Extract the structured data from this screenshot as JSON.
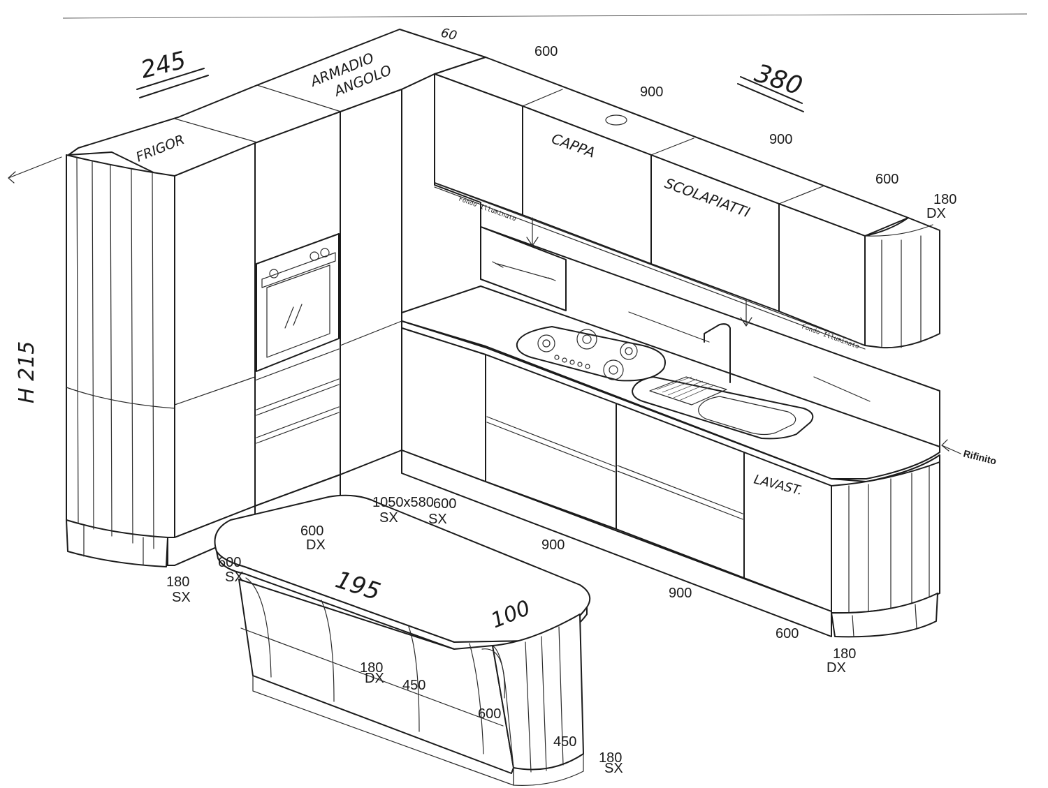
{
  "drawing": {
    "stroke_color": "#1b1b1b",
    "background": "#ffffff"
  },
  "handwritten": {
    "width_left": "245",
    "width_right": "380",
    "height": "H 215",
    "fridge": "FRIGOR",
    "corner_cabinet_line1": "ARMADIO",
    "corner_cabinet_line2": "ANGOLO",
    "hood": "CAPPA",
    "dish_rack": "SCOLAPIATTI",
    "dishwasher": "LAVAST.",
    "island_length": "195",
    "island_width": "100",
    "depth_top": "60"
  },
  "wall_units": {
    "d1": "600",
    "d2": "900",
    "d3": "900",
    "d4": "600",
    "end_size": "180",
    "end_side": "DX",
    "lighting_left": "Fondo Illuminato",
    "lighting_right": "Fondo Illuminato"
  },
  "base_units": {
    "corner_size": "1050x580",
    "corner_side": "SX",
    "corner_600": "600",
    "corner_600_side": "SX",
    "d1": "900",
    "d2": "900",
    "d3": "600",
    "end_size": "180",
    "end_side": "DX",
    "finished_side": "Rifinito"
  },
  "tall_units": {
    "d1": "600",
    "d1_side": "DX",
    "d2": "600",
    "d2_side": "SX",
    "end_size": "180",
    "end_side": "SX"
  },
  "island": {
    "end_left_size": "180",
    "end_left_side": "DX",
    "d1": "450",
    "d2": "600",
    "d3": "450",
    "end_right_size": "180",
    "end_right_side": "SX"
  }
}
